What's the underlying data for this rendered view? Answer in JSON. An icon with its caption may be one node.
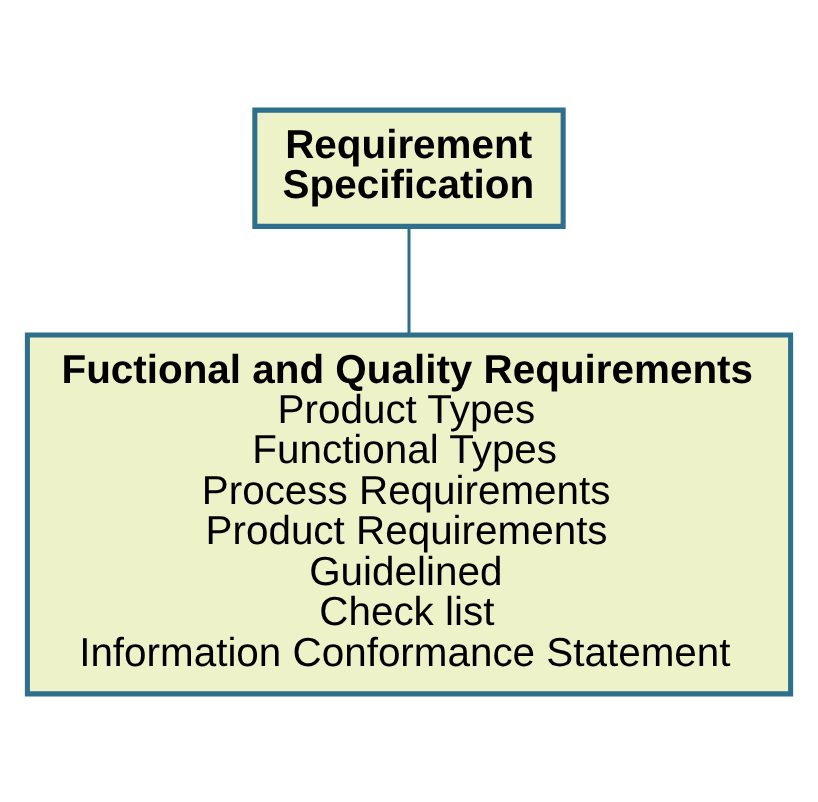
{
  "diagram": {
    "nodes": [
      {
        "text": [
          "Requirement Specification"
        ]
      },
      {
        "text": [
          "Fuctional and Quality Requirements",
          "Product Types",
          "Functional Types",
          "Process Requirements",
          "Product Requirements",
          "Guidelined",
          "Check list",
          "Information Conformance Statement"
        ]
      }
    ],
    "edges": [
      {
        "from": 0,
        "to": 1,
        "arrow": "none"
      }
    ]
  }
}
